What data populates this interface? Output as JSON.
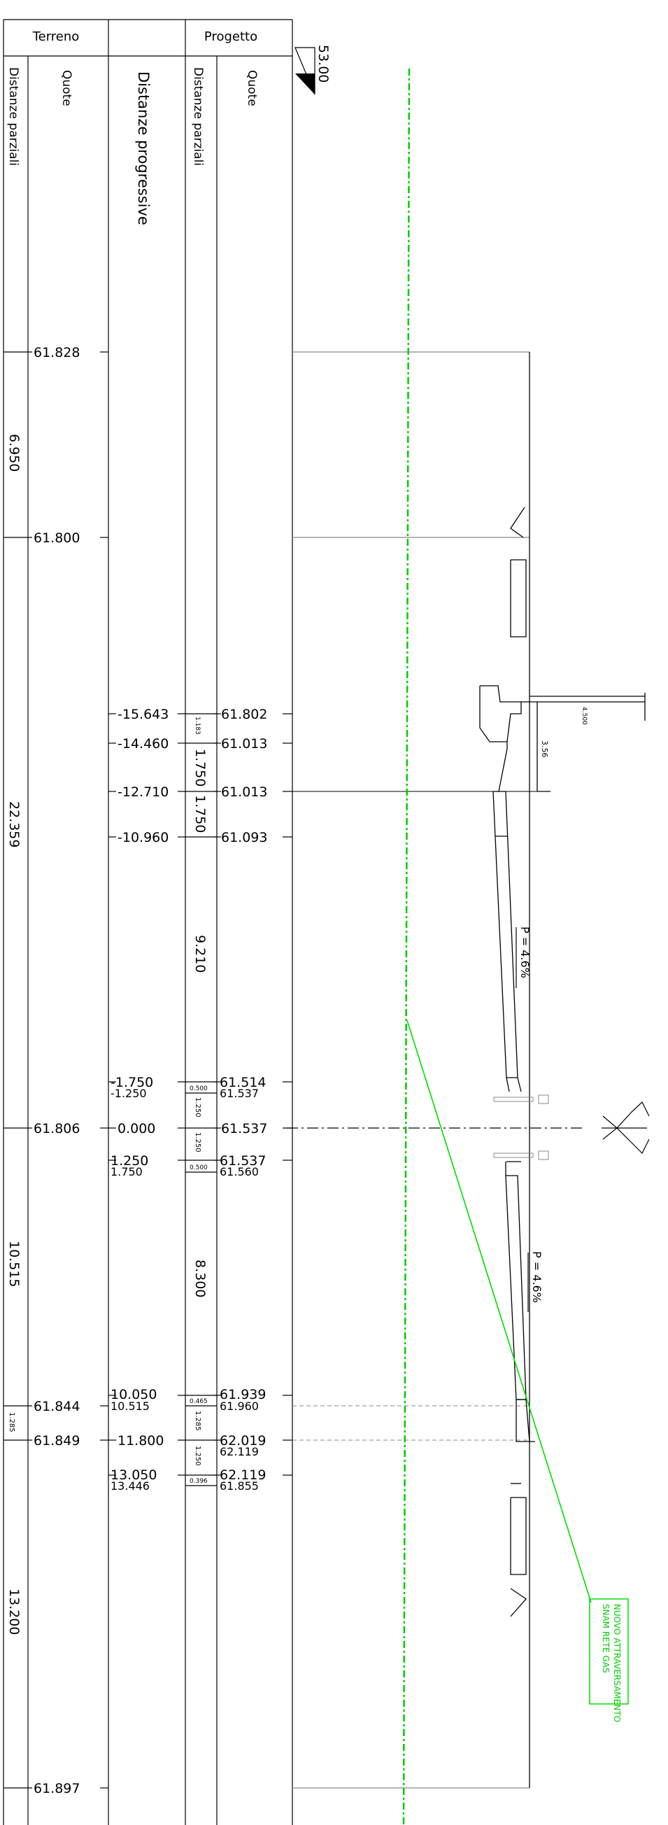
{
  "headers": {
    "terreno": "Terreno",
    "progetto": "Progetto",
    "quote_terreno": "Quote",
    "distanze_parziali_terreno": "Distanze parziali",
    "distanze_progressive": "Distanze progressive",
    "distanze_parziali_progetto": "Distanze parziali",
    "quote_progetto": "Quote"
  },
  "datum_elevation": "53.00",
  "terrain": {
    "elevations": [
      "61.828",
      "61.800",
      "61.806",
      "61.844",
      "61.849",
      "61.897"
    ],
    "partial_distances": [
      "6.950",
      "22.359",
      "10.515",
      "1.285",
      "13.200"
    ]
  },
  "progressive_distances": [
    "-15.643",
    "-14.460",
    "-12.710",
    "-10.960",
    "-1.750",
    "-1.250",
    "0.000",
    "1.250",
    "1.750",
    "10.050",
    "10.515",
    "11.800",
    "13.050",
    "13.446"
  ],
  "project": {
    "partial_distances": [
      "1.183",
      "1.750",
      "1.750",
      "9.210",
      "0.500",
      "1.250",
      "1.250",
      "0.500",
      "8.300",
      "0.465",
      "1.285",
      "1.250",
      "0.396"
    ],
    "elevations": [
      "61.802",
      "61.013",
      "61.013",
      "61.093",
      "61.514",
      "61.537",
      "61.537",
      "61.537",
      "61.560",
      "61.939",
      "61.960",
      "62.019",
      "62.119",
      "62.119",
      "61.855"
    ]
  },
  "drawing_labels": {
    "slope_left": "P = 4.6%",
    "slope_right": "P = 4.6%",
    "dim_width": "4.500",
    "dim_height": "3.56",
    "gas_note_line1": "NUOVO ATTRAVERSAMENTO",
    "gas_note_line2": "SNAM RETE GAS"
  },
  "colors": {
    "line": "#000000",
    "gas_line": "#00dd00",
    "gas_axis": "#00cc00",
    "grey_line": "#888888"
  }
}
